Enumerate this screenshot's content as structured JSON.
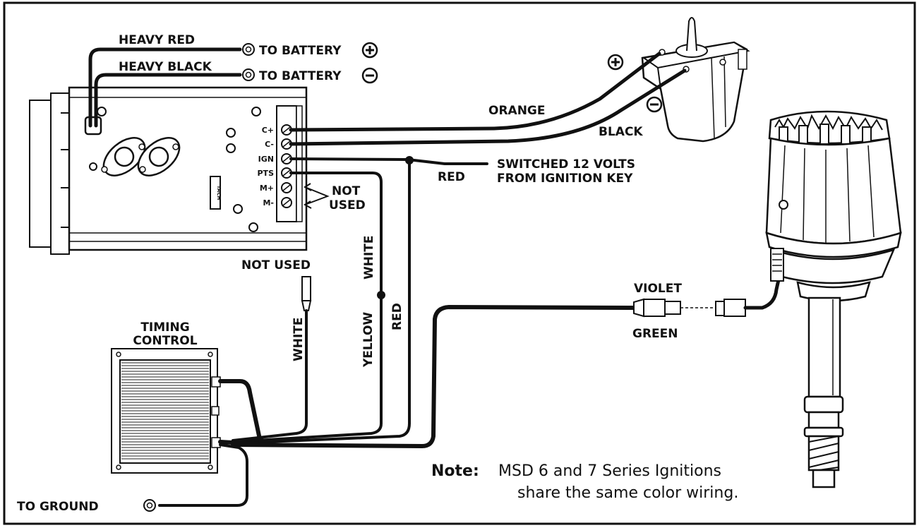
{
  "labels": {
    "heavy_red": "HEAVY RED",
    "heavy_black": "HEAVY BLACK",
    "battery_pos": "TO BATTERY",
    "battery_neg": "TO BATTERY",
    "orange": "ORANGE",
    "black": "BLACK",
    "red_ign": "RED",
    "switched_1": "SWITCHED 12 VOLTS",
    "switched_2": "FROM IGNITION KEY",
    "not_used_a": "NOT",
    "not_used_b": "USED",
    "not_used_top": "NOT USED",
    "white_top": "WHITE",
    "white_left": "WHITE",
    "yellow": "YELLOW",
    "red_vertical": "RED",
    "violet": "VIOLET",
    "green": "GREEN",
    "timing_1": "TIMING",
    "timing_2": "CONTROL",
    "to_ground": "TO GROUND",
    "terminal_cpos": "C+",
    "terminal_cneg": "C-",
    "terminal_ign": "IGN",
    "terminal_pts": "PTS",
    "terminal_mpos": "M+",
    "terminal_mneg": "M-",
    "tach": "TACH",
    "note_bold": "Note:",
    "note_line1": "MSD 6 and 7 Series Ignitions",
    "note_line2": "share the same color wiring."
  },
  "icons": [
    "plus-circle-icon",
    "minus-circle-icon",
    "ring-terminal-icon"
  ]
}
